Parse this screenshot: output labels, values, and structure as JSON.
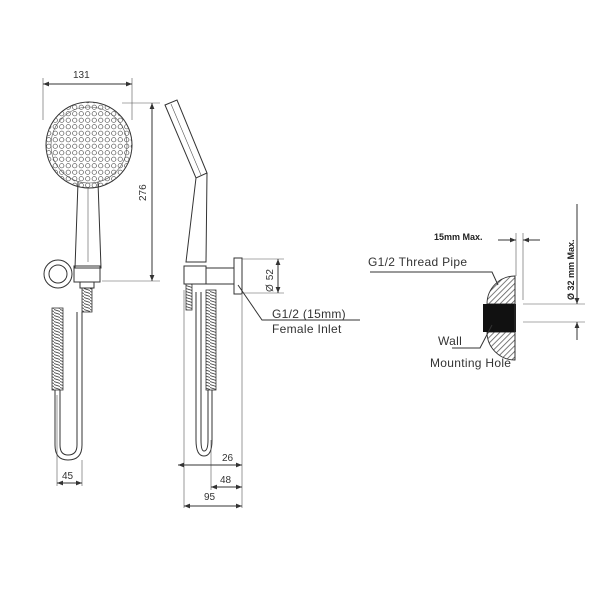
{
  "dimensions": {
    "head_width": "131",
    "overall_height": "276",
    "bracket_diameter": "52",
    "hose_offset_front": "45",
    "hose_offset_side": "26",
    "bracket_depth": "48",
    "overall_depth": "95"
  },
  "labels": {
    "inlet_line1": "G1/2 (15mm)",
    "inlet_line2": "Female Inlet",
    "thread_pipe": "G1/2 Thread Pipe",
    "max_depth": "15mm Max.",
    "max_diameter": "Ø 32 mm Max.",
    "wall": "Wall",
    "mounting_hole": "Mounting  Hole"
  },
  "symbols": {
    "diameter": "Ø"
  },
  "colors": {
    "line": "#333333",
    "hatch": "#6e6e6e",
    "wall_fill": "#111111",
    "background": "#ffffff"
  }
}
